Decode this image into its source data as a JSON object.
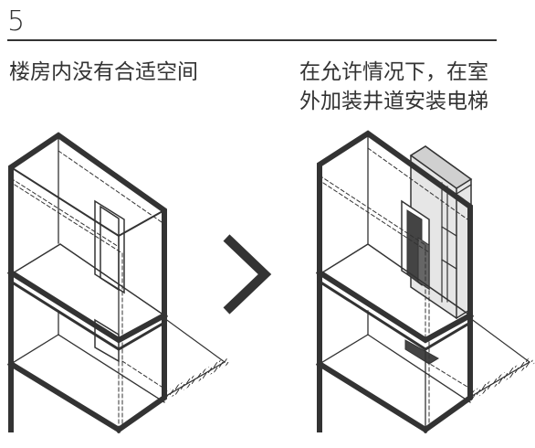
{
  "step": {
    "number": "5"
  },
  "captions": {
    "before": "楼房内没有合适空间",
    "after_line1": "在允许情况下，在室",
    "after_line2": "外加装井道安装电梯"
  },
  "colors": {
    "line": "#333333",
    "shaft_fill": "#e6e6e6",
    "door_fill": "#444444",
    "background": "#ffffff"
  },
  "icons": {
    "arrow": "chevron-right-icon"
  }
}
